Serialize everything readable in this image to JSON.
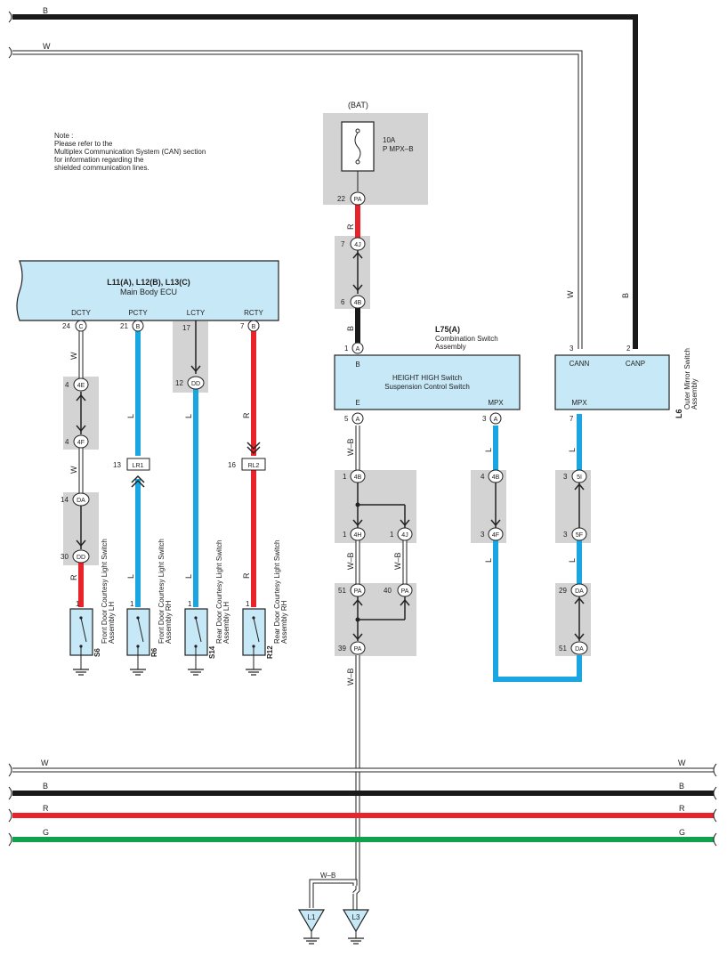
{
  "colors": {
    "black": "#1a1a1a",
    "white_wire": "#ffffff",
    "red": "#e8232a",
    "blue": "#1aa6e0",
    "green": "#0fa14b",
    "ecu_fill": "#c7e9f7",
    "shade": "#d3d3d3",
    "outline": "#222222"
  },
  "note": {
    "title": "Note :",
    "lines": [
      "Please refer to the",
      "Multiplex Communication System (CAN) section",
      "for information regarding the",
      "shielded communication lines."
    ]
  },
  "battery": {
    "label": "(BAT)",
    "fuse_amp": "10A",
    "fuse_name": "P MPX–B"
  },
  "wire_labels": {
    "B": "B",
    "W": "W",
    "R": "R",
    "L": "L",
    "G": "G",
    "WB": "W–B"
  },
  "ecu": {
    "title": "L11(A), L12(B), L13(C)",
    "subtitle": "Main Body ECU",
    "terminals": [
      "DCTY",
      "PCTY",
      "LCTY",
      "RCTY"
    ]
  },
  "combo_switch": {
    "ref": "L75(A)",
    "name_lines": [
      "Combination Switch",
      "Assembly"
    ],
    "terminal_b": "B",
    "terminal_e": "E",
    "terminal_mpx": "MPX",
    "inner_lines": [
      "HEIGHT HIGH Switch",
      "Suspension Control Switch"
    ]
  },
  "mirror": {
    "ref": "L6",
    "name_lines": [
      "Outer Mirror Switch",
      "Assembly"
    ],
    "terminals": [
      "CANN",
      "CANP",
      "MPX"
    ]
  },
  "connectors": {
    "pa": "PA",
    "c": "C",
    "b": "B",
    "a": "A",
    "dd": "DD",
    "j4": "4J",
    "b4": "4B",
    "e4": "4E",
    "f4": "4F",
    "h4": "4H",
    "da": "DA",
    "i5": "5I",
    "f5": "5F",
    "lr1": "LR1",
    "rl2": "RL2"
  },
  "pins": {
    "p22": "22",
    "p7": "7",
    "p6": "6",
    "p1": "1",
    "p5": "5",
    "p3": "3",
    "p2": "2",
    "p24": "24",
    "p21": "21",
    "p17": "17",
    "p12": "12",
    "p4": "4",
    "p13": "13",
    "p16": "16",
    "p14": "14",
    "p30": "30",
    "p51": "51",
    "p40": "40",
    "p39": "39",
    "p29": "29"
  },
  "switches": [
    {
      "ref": "S6",
      "lines": [
        "Front Door Courtesy Light Switch",
        "Assembly LH"
      ]
    },
    {
      "ref": "R6",
      "lines": [
        "Front Door Courtesy Light Switch",
        "Assembly RH"
      ]
    },
    {
      "ref": "S14",
      "lines": [
        "Rear Door Courtesy Light Switch",
        "Assembly LH"
      ]
    },
    {
      "ref": "R12",
      "lines": [
        "Rear Door Courtesy Light Switch",
        "Assembly RH"
      ]
    }
  ],
  "grounds": [
    "L1",
    "L3"
  ]
}
